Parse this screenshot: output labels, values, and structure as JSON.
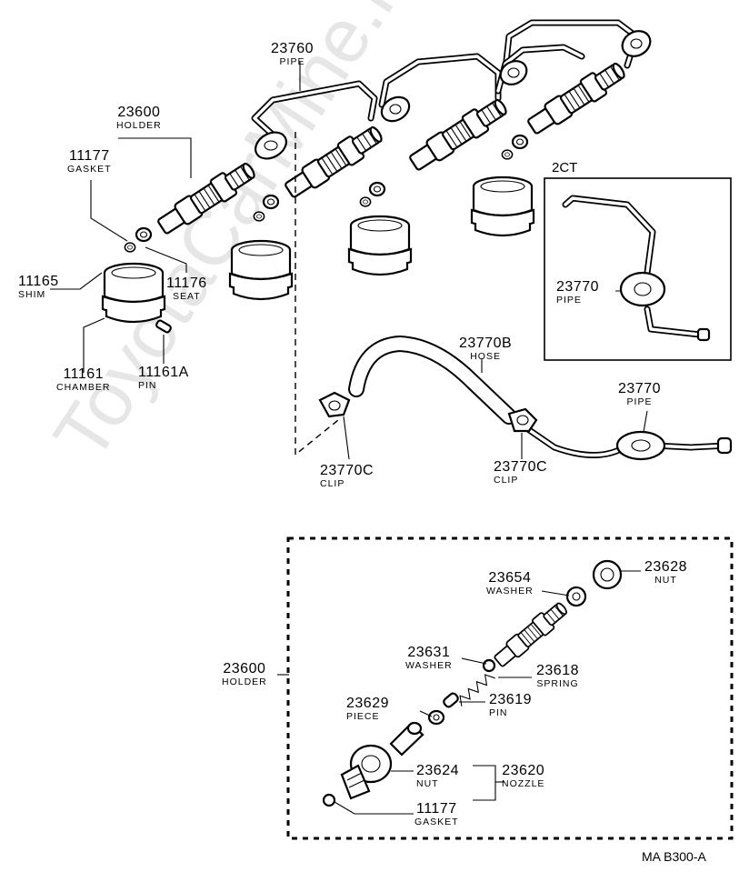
{
  "watermark": "ToyotaCarMine.ru",
  "diagram_code": "MA  B300-A",
  "variant_tag": "2CT",
  "labels": [
    {
      "id": "pipe-23760",
      "number": "23760",
      "name": "PIPE"
    },
    {
      "id": "holder-23600-top",
      "number": "23600",
      "name": "HOLDER"
    },
    {
      "id": "gasket-11177-top",
      "number": "11177",
      "name": "GASKET"
    },
    {
      "id": "shim-11165",
      "number": "11165",
      "name": "SHIM"
    },
    {
      "id": "seat-11176",
      "number": "11176",
      "name": "SEAT"
    },
    {
      "id": "chamber-11161",
      "number": "11161",
      "name": "CHAMBER"
    },
    {
      "id": "pin-11161a",
      "number": "11161A",
      "name": "PIN"
    },
    {
      "id": "pipe-23770-inset",
      "number": "23770",
      "name": "PIPE"
    },
    {
      "id": "hose-23770b",
      "number": "23770B",
      "name": "HOSE"
    },
    {
      "id": "pipe-23770",
      "number": "23770",
      "name": "PIPE"
    },
    {
      "id": "clip-23770c-left",
      "number": "23770C",
      "name": "CLIP"
    },
    {
      "id": "clip-23770c-right",
      "number": "23770C",
      "name": "CLIP"
    },
    {
      "id": "nut-23628",
      "number": "23628",
      "name": "NUT"
    },
    {
      "id": "washer-23654",
      "number": "23654",
      "name": "WASHER"
    },
    {
      "id": "holder-23600-detail",
      "number": "23600",
      "name": "HOLDER"
    },
    {
      "id": "washer-23631",
      "number": "23631",
      "name": "WASHER"
    },
    {
      "id": "spring-23618",
      "number": "23618",
      "name": "SPRING"
    },
    {
      "id": "piece-23629",
      "number": "23629",
      "name": "PIECE"
    },
    {
      "id": "pin-23619",
      "number": "23619",
      "name": "PIN"
    },
    {
      "id": "nut-23624",
      "number": "23624",
      "name": "NUT"
    },
    {
      "id": "nozzle-23620",
      "number": "23620",
      "name": "NOZZLE"
    },
    {
      "id": "gasket-11177-detail",
      "number": "11177",
      "name": "GASKET"
    }
  ]
}
